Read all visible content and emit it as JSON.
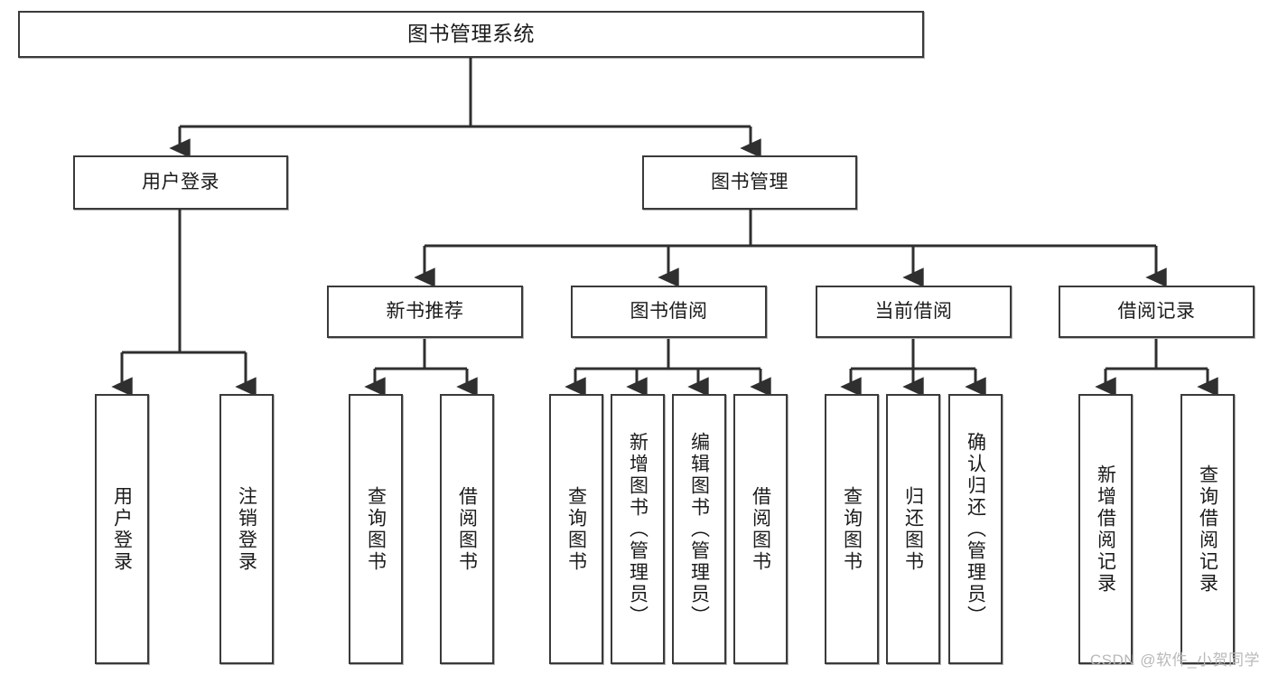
{
  "diagram": {
    "type": "tree",
    "title": "图书管理系统",
    "watermark": "CSDN @软件_小贺同学",
    "colors": {
      "box_border": "#3a3a3a",
      "box_fill": "#ffffff",
      "connector": "#2f2f2f",
      "text": "#1b1b1b",
      "watermark": "#b9b9b9"
    },
    "levels": {
      "root": {
        "label": "图书管理系统"
      },
      "level2": [
        {
          "id": "user-login",
          "label": "用户登录"
        },
        {
          "id": "book-manage",
          "label": "图书管理"
        }
      ],
      "level3": [
        {
          "id": "new-book-recommend",
          "label": "新书推荐",
          "parent": "book-manage"
        },
        {
          "id": "book-borrow",
          "label": "图书借阅",
          "parent": "book-manage"
        },
        {
          "id": "current-borrow",
          "label": "当前借阅",
          "parent": "book-manage"
        },
        {
          "id": "borrow-record",
          "label": "借阅记录",
          "parent": "book-manage"
        }
      ],
      "leaves": [
        {
          "id": "leaf-user-login",
          "label": "用户登录",
          "parent": "user-login"
        },
        {
          "id": "leaf-user-logout",
          "label": "注销登录",
          "parent": "user-login"
        },
        {
          "id": "leaf-query-book-1",
          "label": "查询图书",
          "parent": "new-book-recommend"
        },
        {
          "id": "leaf-borrow-book-1",
          "label": "借阅图书",
          "parent": "new-book-recommend"
        },
        {
          "id": "leaf-query-book-2",
          "label": "查询图书",
          "parent": "book-borrow"
        },
        {
          "id": "leaf-add-book",
          "label": "新增图书（管理员）",
          "parent": "book-borrow"
        },
        {
          "id": "leaf-edit-book",
          "label": "编辑图书（管理员）",
          "parent": "book-borrow"
        },
        {
          "id": "leaf-borrow-book-2",
          "label": "借阅图书",
          "parent": "book-borrow"
        },
        {
          "id": "leaf-query-book-3",
          "label": "查询图书",
          "parent": "current-borrow"
        },
        {
          "id": "leaf-return-book",
          "label": "归还图书",
          "parent": "current-borrow"
        },
        {
          "id": "leaf-confirm-return",
          "label": "确认归还（管理员）",
          "parent": "current-borrow"
        },
        {
          "id": "leaf-add-record",
          "label": "新增借阅记录",
          "parent": "borrow-record"
        },
        {
          "id": "leaf-query-record",
          "label": "查询借阅记录",
          "parent": "borrow-record"
        }
      ]
    }
  }
}
